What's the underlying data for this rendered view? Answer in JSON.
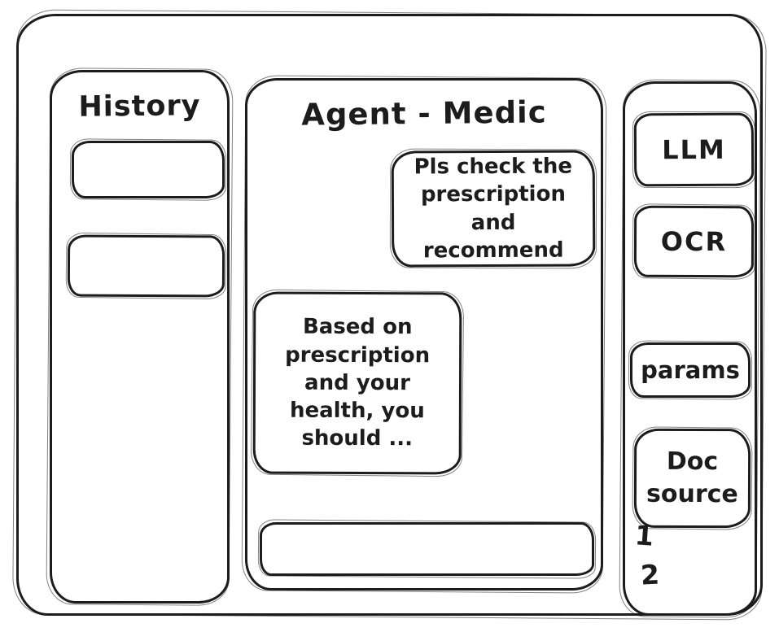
{
  "colors": {
    "ink": "#1c1c1c",
    "background": "#ffffff"
  },
  "history_panel": {
    "title": "History",
    "item_count": 2
  },
  "chat_panel": {
    "title": "Agent - Medic",
    "messages": [
      {
        "role": "user",
        "text": "Pls check the prescription and recommend"
      },
      {
        "role": "assistant",
        "text": "Based on prescription and your health, you should ..."
      }
    ],
    "input_value": ""
  },
  "tools_panel": {
    "llm_label": "LLM",
    "ocr_label": "OCR",
    "params_label": "params",
    "doc_source_label": "Doc source",
    "doc_source_items": [
      "1",
      "2"
    ]
  }
}
